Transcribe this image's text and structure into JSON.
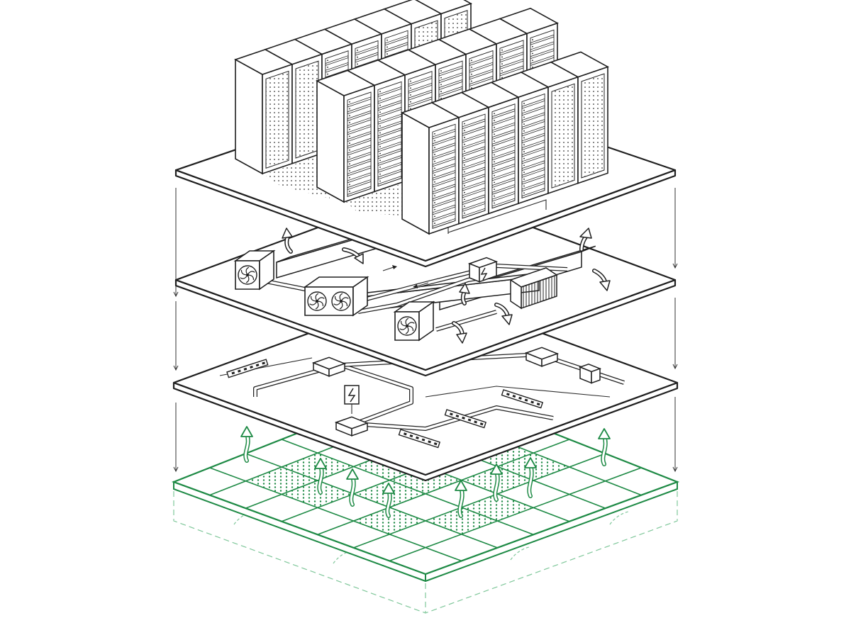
{
  "diagram": {
    "layers": [
      {
        "id": "server-room",
        "content": "server-racks"
      },
      {
        "id": "cooling",
        "content": "condenser-fans-ducts"
      },
      {
        "id": "power",
        "content": "power-distribution"
      },
      {
        "id": "raised-floor",
        "content": "perforated-floor-tiles"
      }
    ],
    "icons": [
      "server-rack-icon",
      "fan-icon",
      "lightning-icon",
      "airflow-arrow-icon",
      "power-strip-icon",
      "perforated-tile-icon"
    ]
  },
  "colors": {
    "ink": "#1f1f1f",
    "accent": "#1e8a45",
    "accent_light": "#7fc79a",
    "background": "#ffffff"
  }
}
